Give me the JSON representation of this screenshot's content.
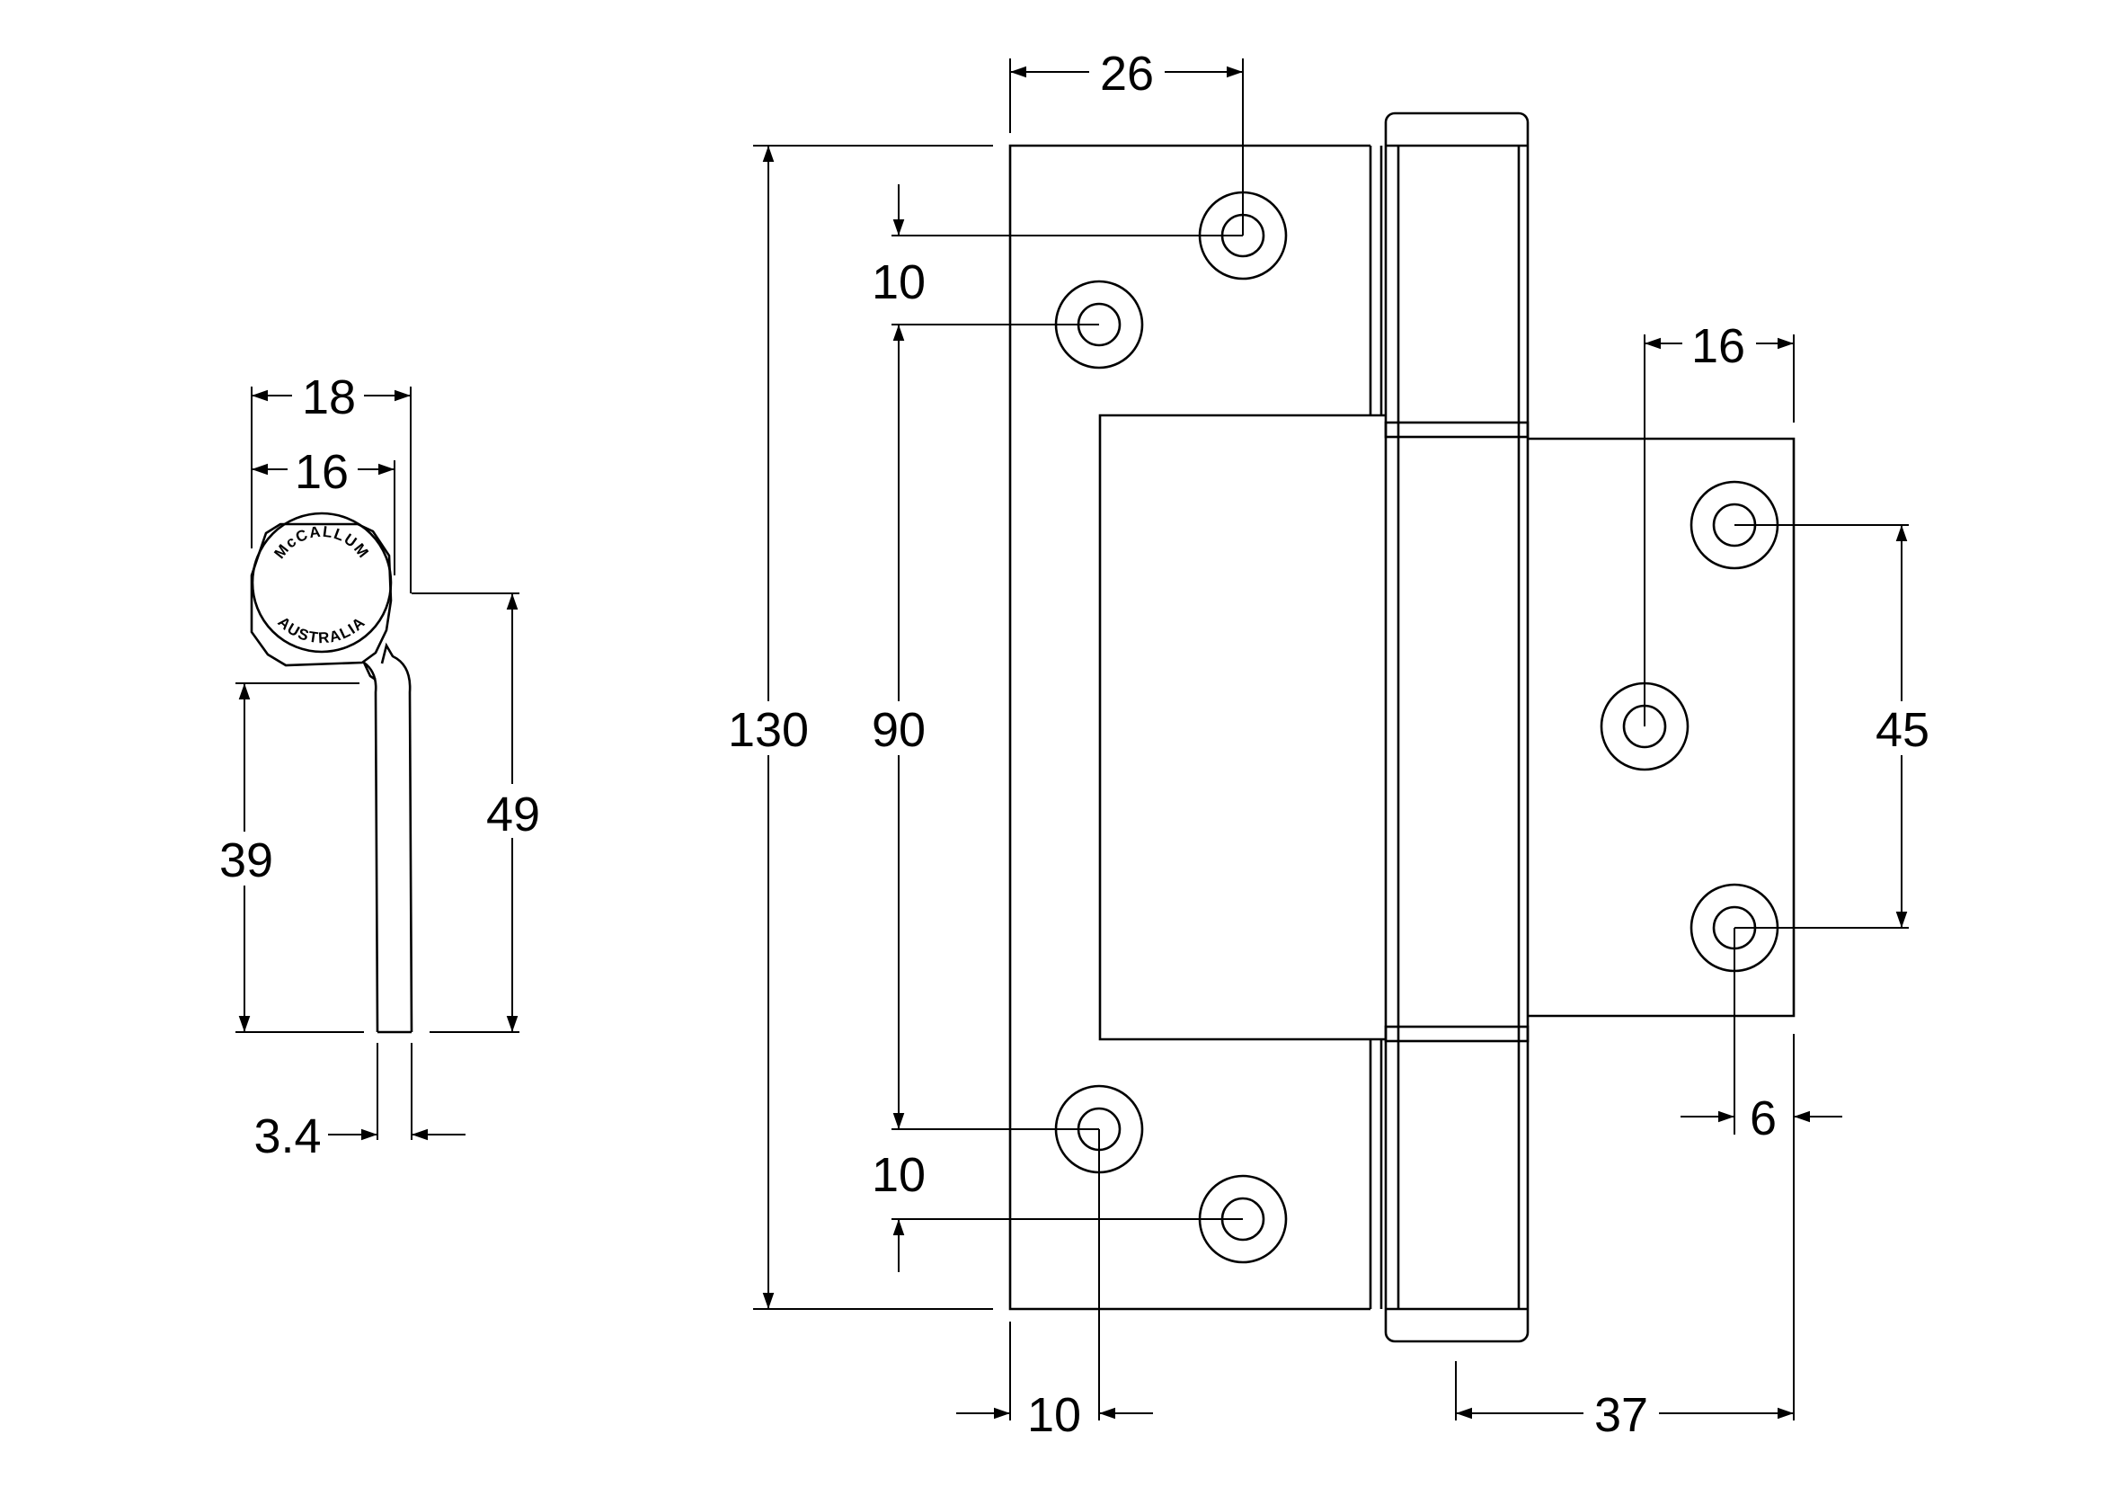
{
  "side_view": {
    "logo_top": "McCALLUM",
    "logo_bottom": "AUSTRALIA",
    "dim_overall_width": "18",
    "dim_knuckle_width": "16",
    "dim_overall_height": "49",
    "dim_leaf_height": "39",
    "dim_leaf_thickness": "3.4"
  },
  "front_view": {
    "dim_hole_offset": "26",
    "dim_top_edge": "10",
    "dim_hole_spacing": "90",
    "dim_bottom_edge": "10",
    "dim_overall_height": "130",
    "dim_leaf_margin": "10",
    "dim_small_leaf_offset": "16",
    "dim_small_hole_spacing": "45",
    "dim_small_leaf_width": "37",
    "dim_small_hole_margin": "6"
  },
  "colors": {
    "line": "#000000",
    "background": "#ffffff"
  }
}
